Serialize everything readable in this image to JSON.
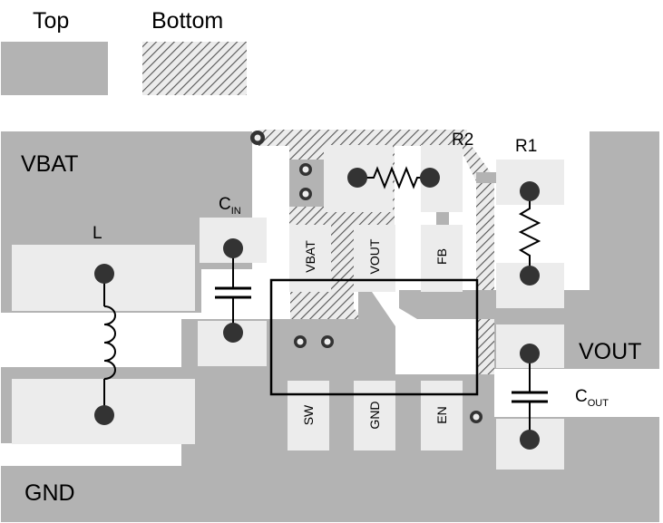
{
  "legend": {
    "top": "Top",
    "bottom": "Bottom"
  },
  "nets": {
    "vbat": "VBAT",
    "vout": "VOUT",
    "gnd": "GND"
  },
  "components": {
    "inductor": "L",
    "r1": "R1",
    "r2": "R2",
    "cin_main": "C",
    "cin_sub": "IN",
    "cout_main": "C",
    "cout_sub": "OUT"
  },
  "pins": {
    "vbat": "VBAT",
    "vout": "VOUT",
    "fb": "FB",
    "sw": "SW",
    "gnd": "GND",
    "en": "EN"
  },
  "colors": {
    "top_copper": "#b3b3b3",
    "pad": "#ececec",
    "hatch": "#555555",
    "outline": "#000000"
  }
}
